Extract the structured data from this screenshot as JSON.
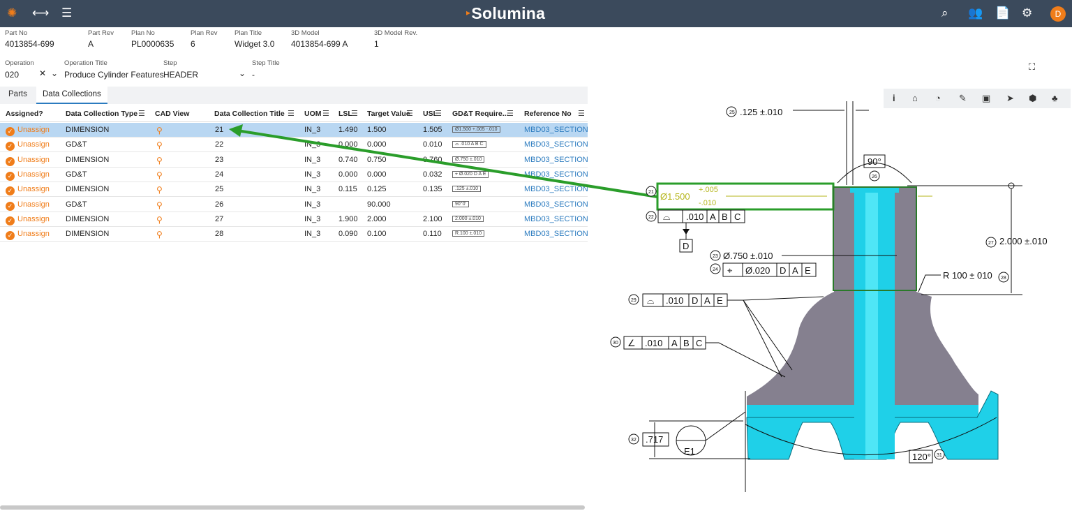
{
  "app": {
    "brand": "Solumina",
    "avatar_letter": "D",
    "icons": [
      "gear-flower-icon",
      "connections-icon",
      "list-icon",
      "search-icon",
      "users-gear-icon",
      "file-help-icon",
      "settings-icon"
    ]
  },
  "header": {
    "part_no": {
      "label": "Part No",
      "value": "4013854-699"
    },
    "part_rev": {
      "label": "Part Rev",
      "value": "A"
    },
    "plan_no": {
      "label": "Plan No",
      "value": "PL0000635"
    },
    "plan_rev": {
      "label": "Plan Rev",
      "value": "6"
    },
    "plan_title": {
      "label": "Plan Title",
      "value": "Widget 3.0"
    },
    "model": {
      "label": "3D Model",
      "value": "4013854-699 A"
    },
    "model_rev": {
      "label": "3D Model Rev.",
      "value": "1"
    },
    "operation": {
      "label": "Operation",
      "value": "020"
    },
    "operation_title": {
      "label": "Operation Title",
      "value": "Produce Cylinder Features"
    },
    "step": {
      "label": "Step",
      "value": "HEADER"
    },
    "step_title": {
      "label": "Step Title",
      "value": "-"
    }
  },
  "tabs": [
    "Parts",
    "Data Collections"
  ],
  "grid": {
    "columns": [
      "Assigned?",
      "Data Collection Type",
      "CAD View",
      "Data Collection Title",
      "UOM",
      "LSL",
      "Target Value",
      "USL",
      "GD&T Require...",
      "Reference No"
    ],
    "rows": [
      {
        "assign": "Unassign",
        "type": "DIMENSION",
        "title": "21",
        "uom": "IN_3",
        "lsl": "1.490",
        "target": "1.500",
        "usl": "1.505",
        "gdt": "Ø1.500 +.005 -.010",
        "ref": "MBD03_SECTION"
      },
      {
        "assign": "Unassign",
        "type": "GD&T",
        "title": "22",
        "uom": "IN_3",
        "lsl": "0.000",
        "target": "0.000",
        "usl": "0.010",
        "gdt": "⌓ .010 A B C",
        "ref": "MBD03_SECTION"
      },
      {
        "assign": "Unassign",
        "type": "DIMENSION",
        "title": "23",
        "uom": "IN_3",
        "lsl": "0.740",
        "target": "0.750",
        "usl": "0.760",
        "gdt": "Ø.750 ±.010",
        "ref": "MBD03_SECTION"
      },
      {
        "assign": "Unassign",
        "type": "GD&T",
        "title": "24",
        "uom": "IN_3",
        "lsl": "0.000",
        "target": "0.000",
        "usl": "0.032",
        "gdt": "⌖ Ø.020 D A E",
        "ref": "MBD03_SECTION"
      },
      {
        "assign": "Unassign",
        "type": "DIMENSION",
        "title": "25",
        "uom": "IN_3",
        "lsl": "0.115",
        "target": "0.125",
        "usl": "0.135",
        "gdt": ".125 ±.010",
        "ref": "MBD03_SECTION"
      },
      {
        "assign": "Unassign",
        "type": "GD&T",
        "title": "26",
        "uom": "IN_3",
        "lsl": "",
        "target": "90.000",
        "usl": "",
        "gdt": "90°0'",
        "ref": "MBD03_SECTION"
      },
      {
        "assign": "Unassign",
        "type": "DIMENSION",
        "title": "27",
        "uom": "IN_3",
        "lsl": "1.900",
        "target": "2.000",
        "usl": "2.100",
        "gdt": "2.000 ±.010",
        "ref": "MBD03_SECTION"
      },
      {
        "assign": "Unassign",
        "type": "DIMENSION",
        "title": "28",
        "uom": "IN_3",
        "lsl": "0.090",
        "target": "0.100",
        "usl": "0.110",
        "gdt": "R.100 ±.010",
        "ref": "MBD03_SECTION"
      }
    ]
  },
  "drawing": {
    "dim25": ".125  ±.010",
    "angle90": "90°",
    "dia_main": "Ø1.500",
    "tol_plus": "+.005",
    "tol_minus": "-.010",
    "fcf22": [
      ".010",
      "A",
      "B",
      "C"
    ],
    "datum_d": "D",
    "dim23": "Ø.750  ±.010",
    "fcf24": [
      "Ø.020",
      "D",
      "A",
      "E"
    ],
    "dim27": "2.000  ±.010",
    "radius": "R 100  ± 010",
    "fcf29": [
      ".010",
      "D",
      "A",
      "E"
    ],
    "fcf30": [
      ".010",
      "A",
      "B",
      "C"
    ],
    "dim32": ".717",
    "datum_e1": "E1",
    "angle120": "120°",
    "balloons": [
      "25",
      "26",
      "21",
      "22",
      "23",
      "24",
      "27",
      "28",
      "29",
      "30",
      "32",
      "31"
    ]
  },
  "colors": {
    "topbar": "#3b4a5c",
    "accent": "#f07d1a",
    "link": "#2b7bbf",
    "highlight": "#2a9d2a",
    "part_gray": "#85808f",
    "part_cyan": "#1fd0e8"
  }
}
